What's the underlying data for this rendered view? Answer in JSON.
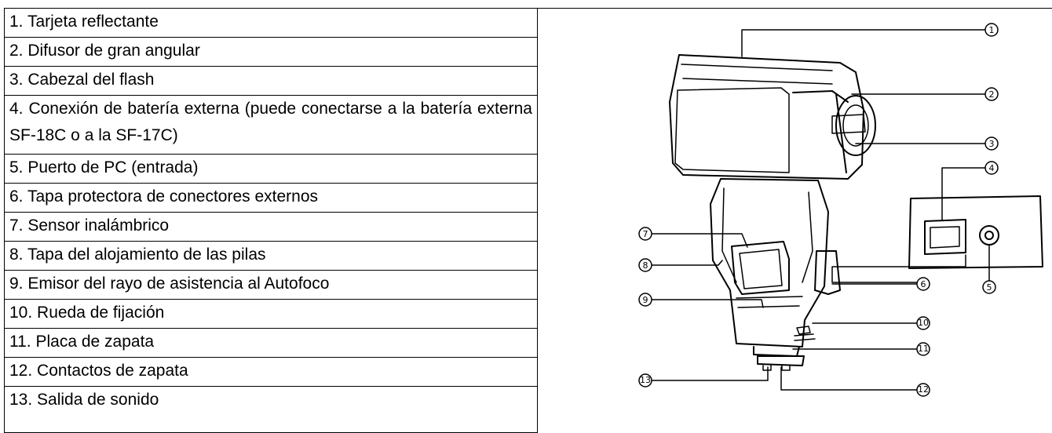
{
  "parts_list": [
    "1. Tarjeta reflectante",
    "2. Difusor de gran angular",
    "3. Cabezal del flash",
    "4. Conexión de batería externa (puede conectarse a la batería externa SF-18C o a la SF-17C)",
    "5. Puerto de PC (entrada)",
    "6. Tapa protectora de conectores externos",
    "7. Sensor inalámbrico",
    "8. Tapa del alojamiento de las pilas",
    "9. Emisor del rayo de asistencia al Autofoco",
    "10. Rueda de fijación",
    "11. Placa de zapata",
    "12. Contactos de zapata",
    "13. Salida de sonido"
  ],
  "callouts": [
    "1",
    "2",
    "3",
    "4",
    "5",
    "6",
    "7",
    "8",
    "9",
    "10",
    "11",
    "12",
    "13"
  ]
}
